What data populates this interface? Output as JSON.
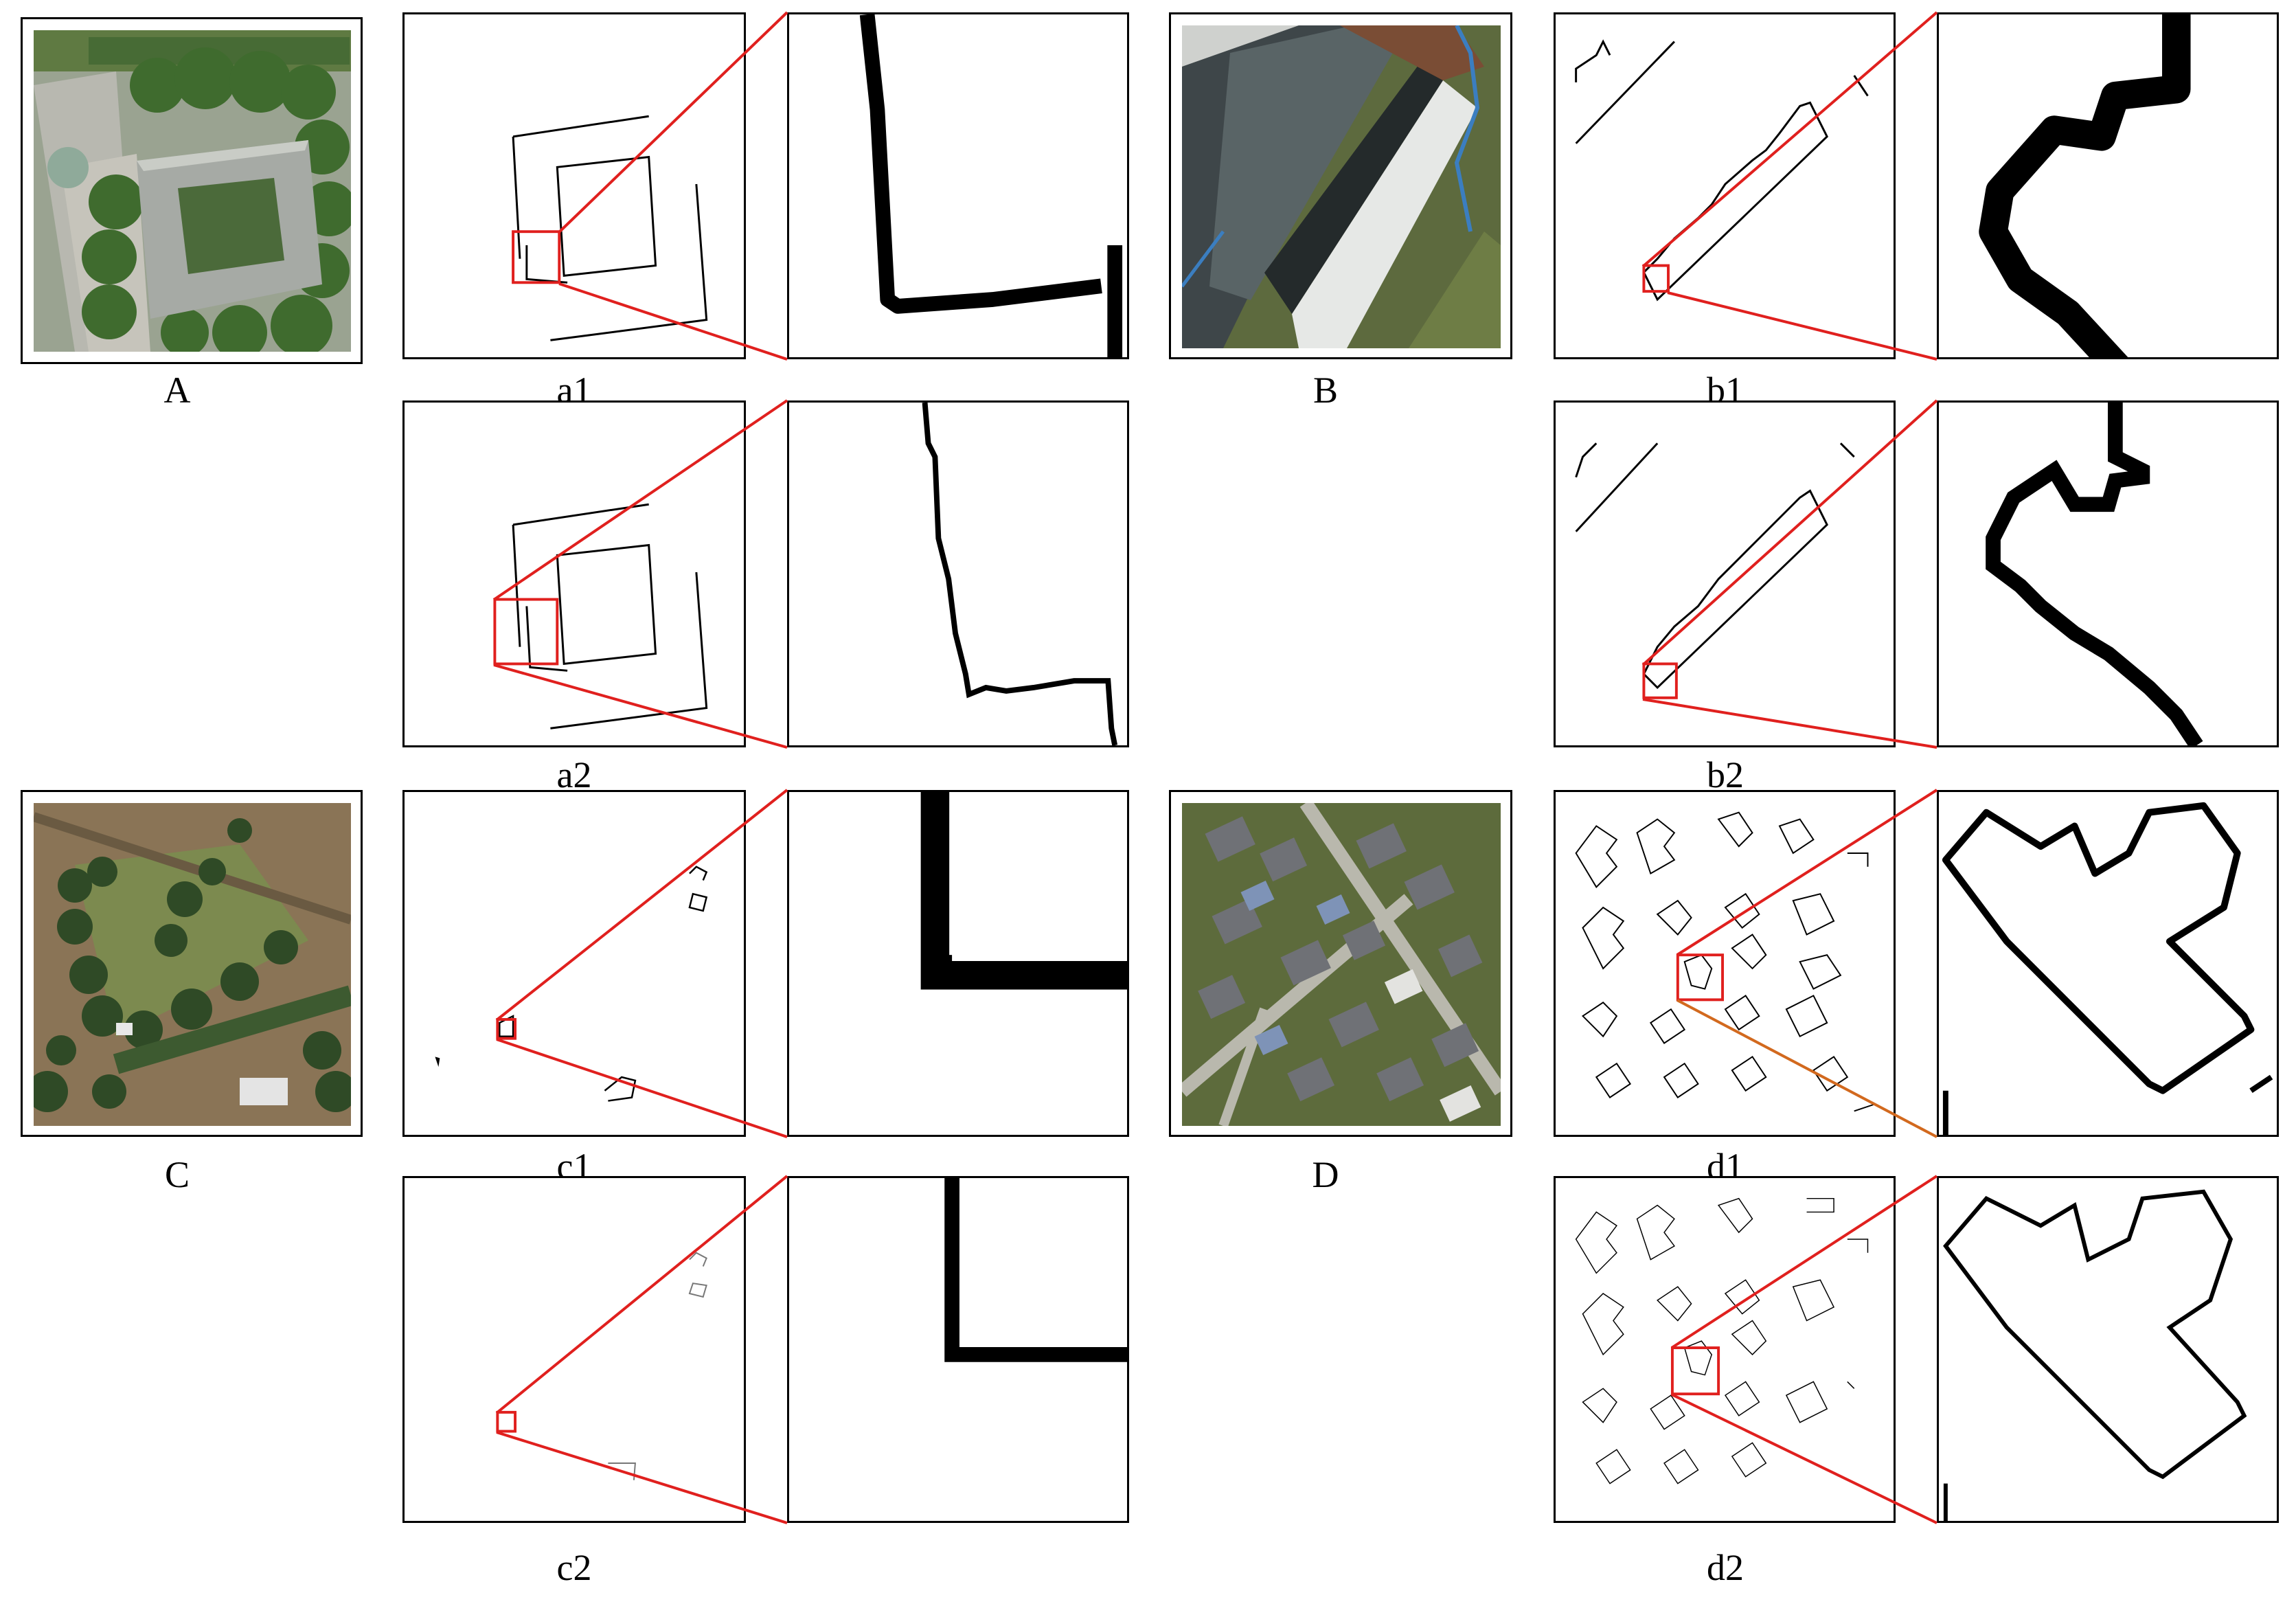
{
  "figure": {
    "labels": {
      "A": "A",
      "a1": "a1",
      "a2": "a2",
      "B": "B",
      "b1": "b1",
      "b2": "b2",
      "C": "C",
      "c1": "c1",
      "c2": "c2",
      "D": "D",
      "d1": "d1",
      "d2": "d2"
    }
  },
  "colors": {
    "frame": "#000000",
    "zoom_box": "#e0201e",
    "zoom_line": "#e0201e",
    "zoom_line_alt": "#d2691e",
    "background": "#ffffff",
    "edge": "#000000"
  }
}
